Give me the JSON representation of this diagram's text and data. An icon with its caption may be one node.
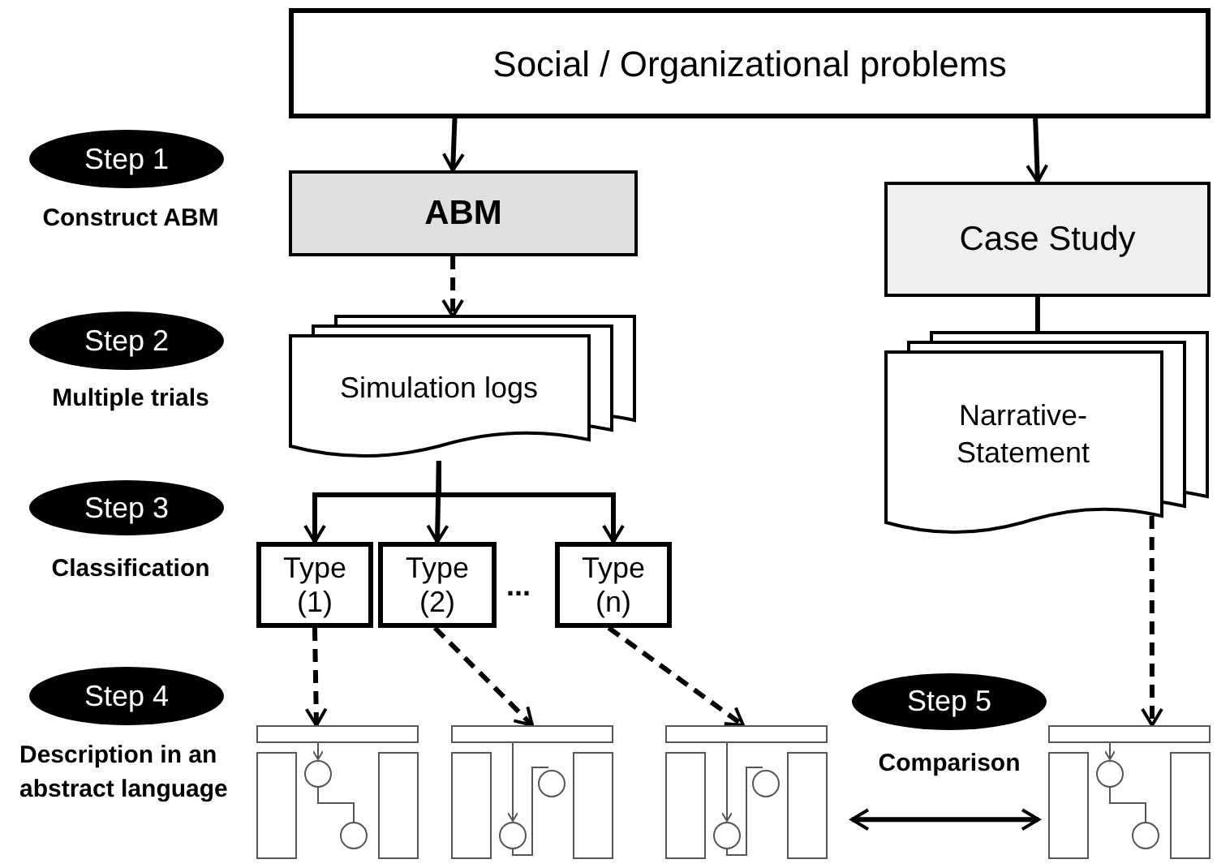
{
  "diagram": {
    "nodes": [
      {
        "text": [
          "Social / Organizational problems"
        ]
      },
      {
        "text": [
          "Step 1"
        ],
        "beside": [
          "Construct ABM"
        ]
      },
      {
        "text": [
          "Step 2"
        ],
        "beside": [
          "Multiple trials"
        ]
      },
      {
        "text": [
          "Step 3"
        ],
        "beside": [
          "Classification"
        ]
      },
      {
        "text": [
          "Step 4"
        ],
        "beside": [
          "Description in an abstract language"
        ]
      },
      {
        "text": [
          "Step 5"
        ],
        "beside": [
          "Comparison"
        ]
      },
      {
        "text": [
          "ABM"
        ]
      },
      {
        "text": [
          "Case Study"
        ]
      },
      {
        "text": [
          "Simulation logs"
        ]
      },
      {
        "text": [
          "Narrative-Statement"
        ]
      },
      {
        "text": [
          "Type (1)"
        ]
      },
      {
        "text": [
          "Type (2)"
        ]
      },
      {
        "text": [
          "Type (n)"
        ]
      },
      {
        "text": [],
        "shape": "picture"
      },
      {
        "text": [],
        "shape": "picture"
      },
      {
        "text": [],
        "shape": "picture"
      },
      {
        "text": [],
        "shape": "picture"
      }
    ],
    "edges": [
      {
        "from": 0,
        "to": 6,
        "arrow": "to"
      },
      {
        "from": 0,
        "to": 7,
        "arrow": "to"
      },
      {
        "from": 6,
        "to": 8,
        "arrow": "to",
        "style": "dashed"
      },
      {
        "from": 7,
        "to": 9,
        "arrow": "none"
      },
      {
        "from": 8,
        "to": 10,
        "arrow": "to"
      },
      {
        "from": 8,
        "to": 11,
        "arrow": "to"
      },
      {
        "from": 8,
        "to": 12,
        "arrow": "to"
      },
      {
        "from": 10,
        "to": 13,
        "arrow": "to",
        "style": "dashed"
      },
      {
        "from": 11,
        "to": 14,
        "arrow": "to",
        "style": "dashed"
      },
      {
        "from": 12,
        "to": 15,
        "arrow": "to",
        "style": "dashed"
      },
      {
        "from": 9,
        "to": 16,
        "arrow": "to",
        "style": "dashed"
      },
      {
        "from": 15,
        "to": 16,
        "arrow": "both"
      }
    ],
    "labels": [
      "..."
    ]
  }
}
